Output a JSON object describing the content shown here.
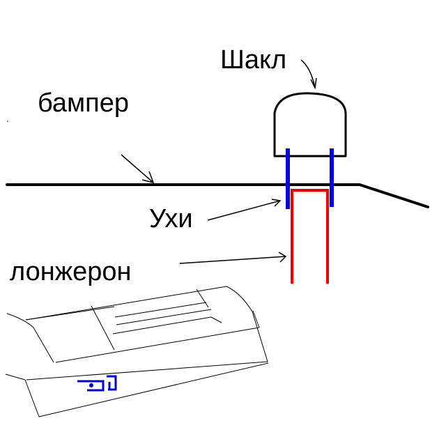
{
  "labels": {
    "shackle": "Шакл",
    "bumper": "бампер",
    "ears": "Ухи",
    "frame_rail": "лонжерон"
  },
  "colors": {
    "outline": "#000000",
    "ears": "#0000dd",
    "frame_rail": "#ee0000",
    "background": "#ffffff"
  }
}
